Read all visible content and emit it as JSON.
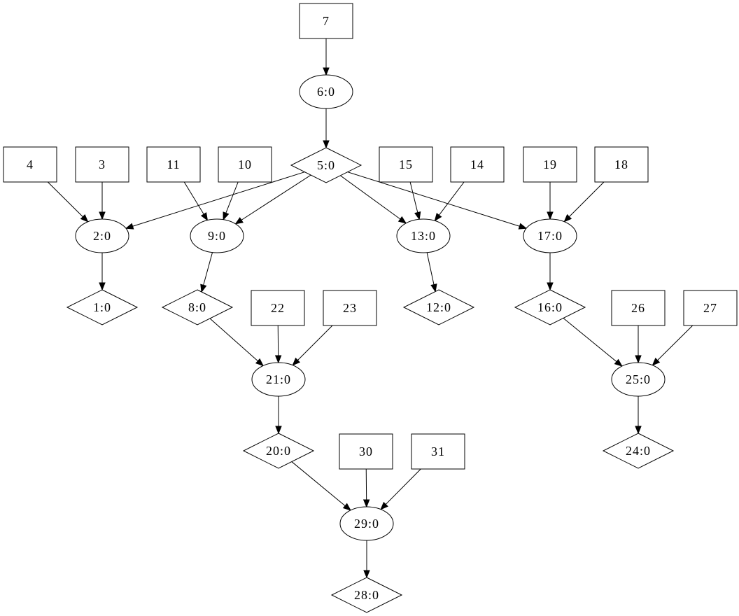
{
  "nodes": [
    {
      "id": "7",
      "label": "7",
      "shape": "box"
    },
    {
      "id": "6:0",
      "label": "6:0",
      "shape": "ellipse"
    },
    {
      "id": "5:0",
      "label": "5:0",
      "shape": "diamond"
    },
    {
      "id": "4",
      "label": "4",
      "shape": "box"
    },
    {
      "id": "3",
      "label": "3",
      "shape": "box"
    },
    {
      "id": "11",
      "label": "11",
      "shape": "box"
    },
    {
      "id": "10",
      "label": "10",
      "shape": "box"
    },
    {
      "id": "15",
      "label": "15",
      "shape": "box"
    },
    {
      "id": "14",
      "label": "14",
      "shape": "box"
    },
    {
      "id": "19",
      "label": "19",
      "shape": "box"
    },
    {
      "id": "18",
      "label": "18",
      "shape": "box"
    },
    {
      "id": "2:0",
      "label": "2:0",
      "shape": "ellipse"
    },
    {
      "id": "9:0",
      "label": "9:0",
      "shape": "ellipse"
    },
    {
      "id": "13:0",
      "label": "13:0",
      "shape": "ellipse"
    },
    {
      "id": "17:0",
      "label": "17:0",
      "shape": "ellipse"
    },
    {
      "id": "1:0",
      "label": "1:0",
      "shape": "diamond"
    },
    {
      "id": "8:0",
      "label": "8:0",
      "shape": "diamond"
    },
    {
      "id": "12:0",
      "label": "12:0",
      "shape": "diamond"
    },
    {
      "id": "16:0",
      "label": "16:0",
      "shape": "diamond"
    },
    {
      "id": "22",
      "label": "22",
      "shape": "box"
    },
    {
      "id": "23",
      "label": "23",
      "shape": "box"
    },
    {
      "id": "26",
      "label": "26",
      "shape": "box"
    },
    {
      "id": "27",
      "label": "27",
      "shape": "box"
    },
    {
      "id": "21:0",
      "label": "21:0",
      "shape": "ellipse"
    },
    {
      "id": "25:0",
      "label": "25:0",
      "shape": "ellipse"
    },
    {
      "id": "20:0",
      "label": "20:0",
      "shape": "diamond"
    },
    {
      "id": "24:0",
      "label": "24:0",
      "shape": "diamond"
    },
    {
      "id": "30",
      "label": "30",
      "shape": "box"
    },
    {
      "id": "31",
      "label": "31",
      "shape": "box"
    },
    {
      "id": "29:0",
      "label": "29:0",
      "shape": "ellipse"
    },
    {
      "id": "28:0",
      "label": "28:0",
      "shape": "diamond"
    }
  ],
  "edges": [
    {
      "from": "7",
      "to": "6:0"
    },
    {
      "from": "6:0",
      "to": "5:0"
    },
    {
      "from": "4",
      "to": "2:0"
    },
    {
      "from": "3",
      "to": "2:0"
    },
    {
      "from": "5:0",
      "to": "2:0"
    },
    {
      "from": "11",
      "to": "9:0"
    },
    {
      "from": "10",
      "to": "9:0"
    },
    {
      "from": "5:0",
      "to": "9:0"
    },
    {
      "from": "5:0",
      "to": "13:0"
    },
    {
      "from": "15",
      "to": "13:0"
    },
    {
      "from": "14",
      "to": "13:0"
    },
    {
      "from": "5:0",
      "to": "17:0"
    },
    {
      "from": "19",
      "to": "17:0"
    },
    {
      "from": "18",
      "to": "17:0"
    },
    {
      "from": "2:0",
      "to": "1:0"
    },
    {
      "from": "9:0",
      "to": "8:0"
    },
    {
      "from": "13:0",
      "to": "12:0"
    },
    {
      "from": "17:0",
      "to": "16:0"
    },
    {
      "from": "8:0",
      "to": "21:0"
    },
    {
      "from": "22",
      "to": "21:0"
    },
    {
      "from": "23",
      "to": "21:0"
    },
    {
      "from": "16:0",
      "to": "25:0"
    },
    {
      "from": "26",
      "to": "25:0"
    },
    {
      "from": "27",
      "to": "25:0"
    },
    {
      "from": "21:0",
      "to": "20:0"
    },
    {
      "from": "25:0",
      "to": "24:0"
    },
    {
      "from": "20:0",
      "to": "29:0"
    },
    {
      "from": "30",
      "to": "29:0"
    },
    {
      "from": "31",
      "to": "29:0"
    },
    {
      "from": "29:0",
      "to": "28:0"
    }
  ]
}
